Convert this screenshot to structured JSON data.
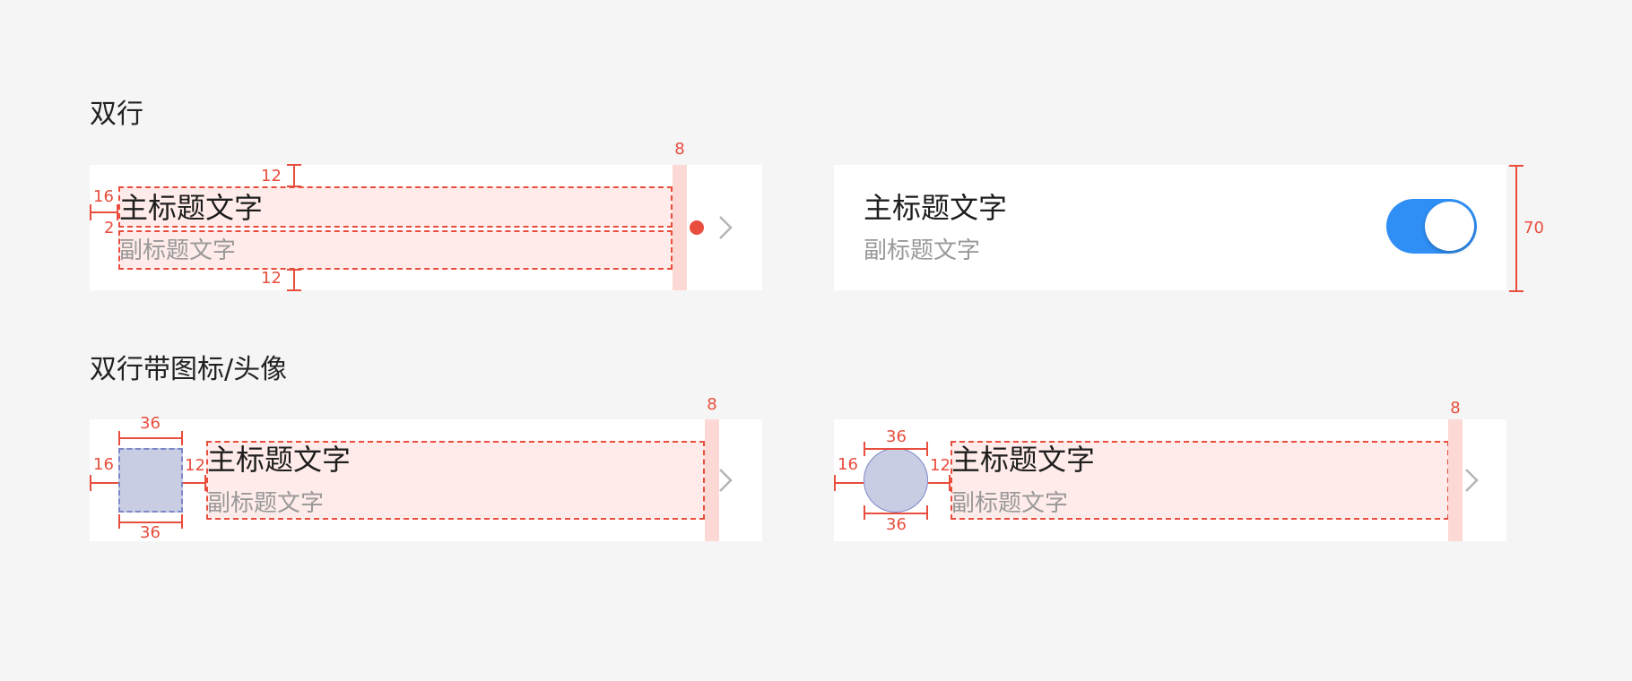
{
  "sections": {
    "two_line": {
      "title": "双行"
    },
    "two_line_icon": {
      "title": "双行带图标/头像"
    }
  },
  "item": {
    "title": "主标题文字",
    "subtitle": "副标题文字"
  },
  "dimensions": {
    "d8": "8",
    "d12": "12",
    "d16": "16",
    "d2": "2",
    "d36": "36",
    "d70": "70"
  },
  "toggle": {
    "state": "on",
    "color": "#2f8ff5"
  },
  "colors": {
    "annotation": "#e84d3d",
    "badge": "#e84d3d",
    "avatar_fill": "#c9cde4"
  }
}
